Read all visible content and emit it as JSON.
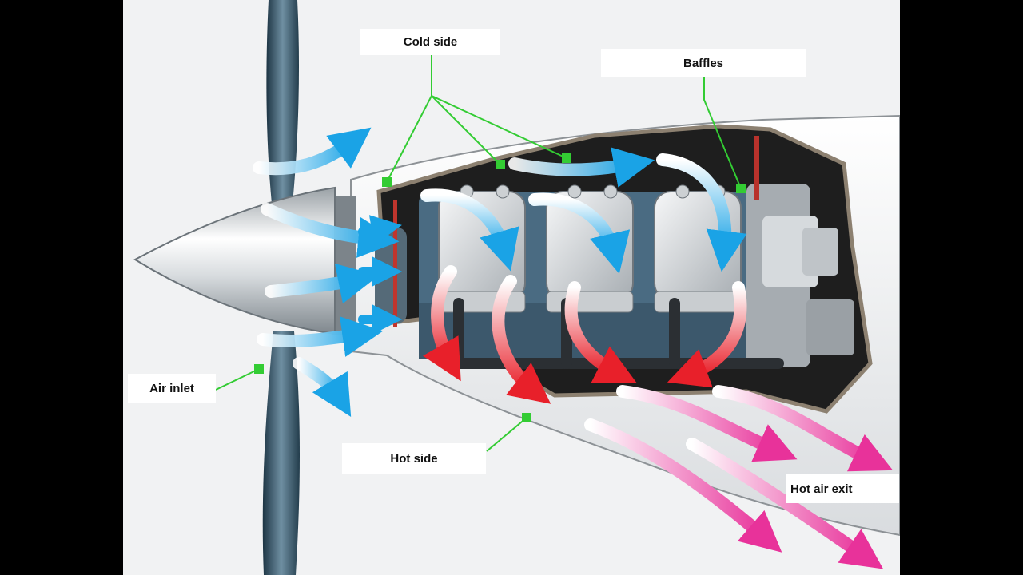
{
  "labels": {
    "cold_side": "Cold side",
    "baffles": "Baffles",
    "air_inlet": "Air inlet",
    "hot_side": "Hot side",
    "hot_air_exit": "Hot air exit"
  },
  "colors": {
    "cold_air": "#1aa3e6",
    "hot_air": "#e8202a",
    "exhaust_air": "#e8329a",
    "leader_line": "#33cc33",
    "engine_block": "#4a6b82",
    "cowling_dark": "#1e1e1e",
    "background": "#f1f2f3"
  },
  "icons": {
    "propeller": "propeller-blade-icon",
    "spinner": "spinner-cone-icon",
    "engine": "engine-cylinder-icon"
  }
}
